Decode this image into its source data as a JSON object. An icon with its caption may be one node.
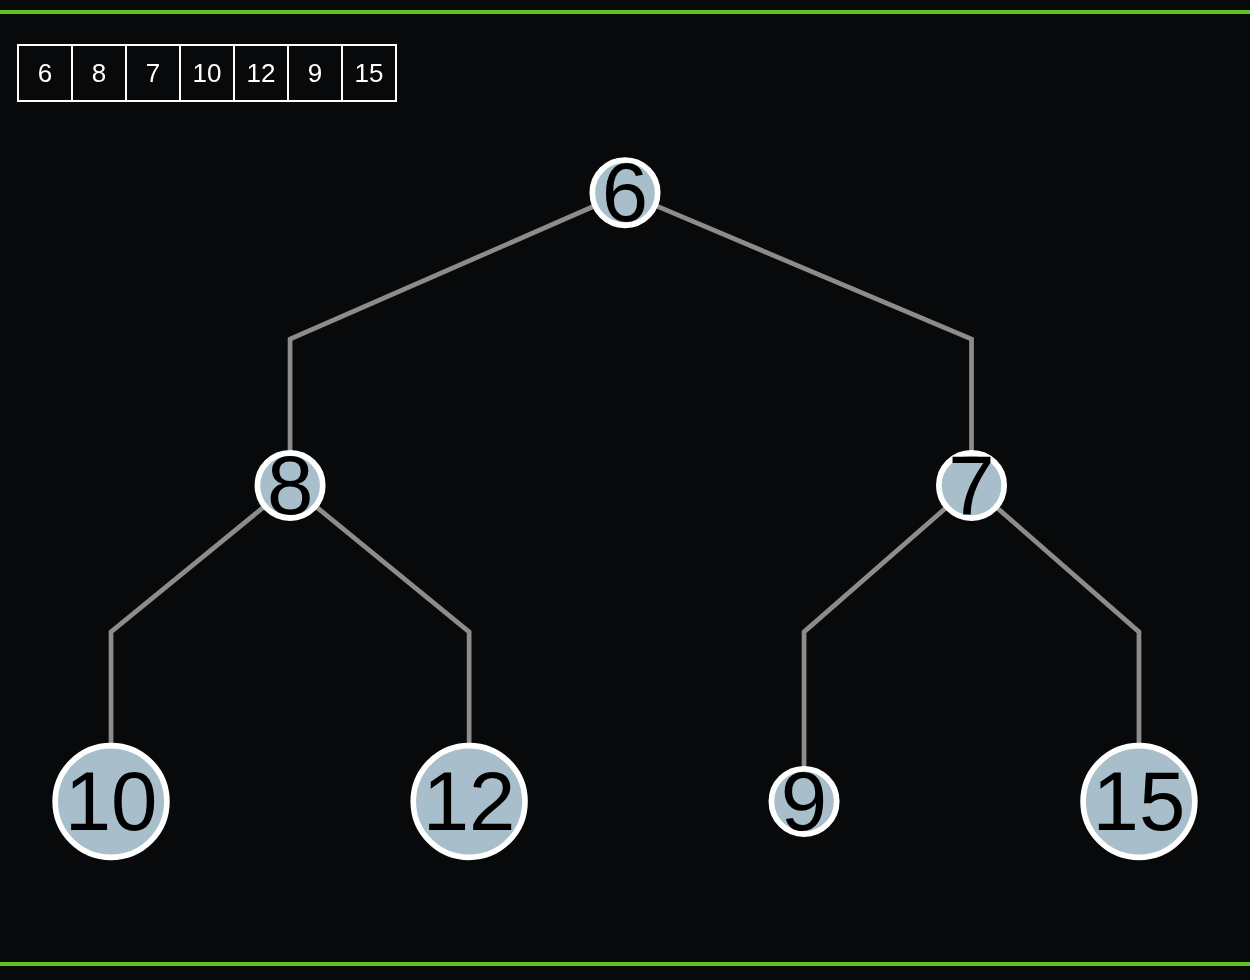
{
  "diagram": {
    "nodes": [
      {
        "text": [
          "6"
        ]
      },
      {
        "text": [
          "8"
        ]
      },
      {
        "text": [
          "7"
        ]
      },
      {
        "text": [
          "10"
        ]
      },
      {
        "text": [
          "12"
        ]
      },
      {
        "text": [
          "9"
        ]
      },
      {
        "text": [
          "15"
        ]
      }
    ],
    "edges": [
      {
        "from": 0,
        "to": 1,
        "arrow": "none"
      },
      {
        "from": 0,
        "to": 2,
        "arrow": "none"
      },
      {
        "from": 1,
        "to": 3,
        "arrow": "none"
      },
      {
        "from": 1,
        "to": 4,
        "arrow": "none"
      },
      {
        "from": 2,
        "to": 5,
        "arrow": "none"
      },
      {
        "from": 2,
        "to": 6,
        "arrow": "none"
      }
    ],
    "labels": [
      "6",
      "8",
      "7",
      "10",
      "12",
      "9",
      "15"
    ]
  }
}
